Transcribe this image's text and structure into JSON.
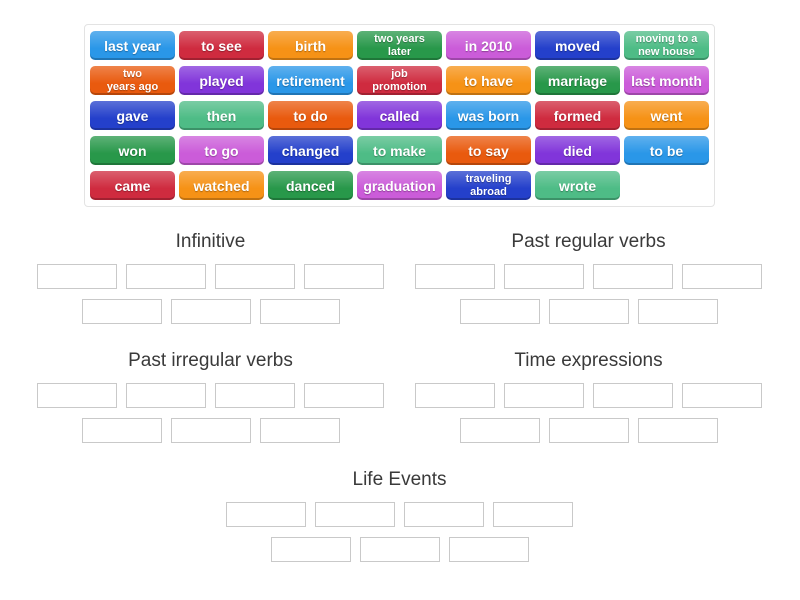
{
  "palette": {
    "blue": "#2a97e8",
    "red": "#cf2b3f",
    "orange": "#f69216",
    "green": "#28984a",
    "orchid": "#cb5cd9",
    "royal": "#2440cb",
    "seagreen": "#4ebc86",
    "orangered": "#e95a0e",
    "purple": "#8135da"
  },
  "tray": {
    "tiles": [
      {
        "label": "last year",
        "color": "blue",
        "small": false
      },
      {
        "label": "to see",
        "color": "red",
        "small": false
      },
      {
        "label": "birth",
        "color": "orange",
        "small": false
      },
      {
        "label": "two years\nlater",
        "color": "green",
        "small": true
      },
      {
        "label": "in 2010",
        "color": "orchid",
        "small": false
      },
      {
        "label": "moved",
        "color": "royal",
        "small": false
      },
      {
        "label": "moving to a\nnew house",
        "color": "seagreen",
        "small": true
      },
      {
        "label": "two\nyears ago",
        "color": "orangered",
        "small": true
      },
      {
        "label": "played",
        "color": "purple",
        "small": false
      },
      {
        "label": "retirement",
        "color": "blue",
        "small": false
      },
      {
        "label": "job\npromotion",
        "color": "red",
        "small": true
      },
      {
        "label": "to have",
        "color": "orange",
        "small": false
      },
      {
        "label": "marriage",
        "color": "green",
        "small": false
      },
      {
        "label": "last month",
        "color": "orchid",
        "small": false
      },
      {
        "label": "gave",
        "color": "royal",
        "small": false
      },
      {
        "label": "then",
        "color": "seagreen",
        "small": false
      },
      {
        "label": "to do",
        "color": "orangered",
        "small": false
      },
      {
        "label": "called",
        "color": "purple",
        "small": false
      },
      {
        "label": "was born",
        "color": "blue",
        "small": false
      },
      {
        "label": "formed",
        "color": "red",
        "small": false
      },
      {
        "label": "went",
        "color": "orange",
        "small": false
      },
      {
        "label": "won",
        "color": "green",
        "small": false
      },
      {
        "label": "to go",
        "color": "orchid",
        "small": false
      },
      {
        "label": "changed",
        "color": "royal",
        "small": false
      },
      {
        "label": "to make",
        "color": "seagreen",
        "small": false
      },
      {
        "label": "to say",
        "color": "orangered",
        "small": false
      },
      {
        "label": "died",
        "color": "purple",
        "small": false
      },
      {
        "label": "to be",
        "color": "blue",
        "small": false
      },
      {
        "label": "came",
        "color": "red",
        "small": false
      },
      {
        "label": "watched",
        "color": "orange",
        "small": false
      },
      {
        "label": "danced",
        "color": "green",
        "small": false
      },
      {
        "label": "graduation",
        "color": "orchid",
        "small": false
      },
      {
        "label": "traveling\nabroad",
        "color": "royal",
        "small": true
      },
      {
        "label": "wrote",
        "color": "seagreen",
        "small": false
      }
    ]
  },
  "groups": [
    {
      "title": "Infinitive",
      "rows": [
        4,
        3
      ]
    },
    {
      "title": "Past regular verbs",
      "rows": [
        4,
        3
      ]
    },
    {
      "title": "Past irregular verbs",
      "rows": [
        4,
        3
      ]
    },
    {
      "title": "Time expressions",
      "rows": [
        4,
        3
      ]
    },
    {
      "title": "Life Events",
      "rows": [
        4,
        3
      ]
    }
  ]
}
